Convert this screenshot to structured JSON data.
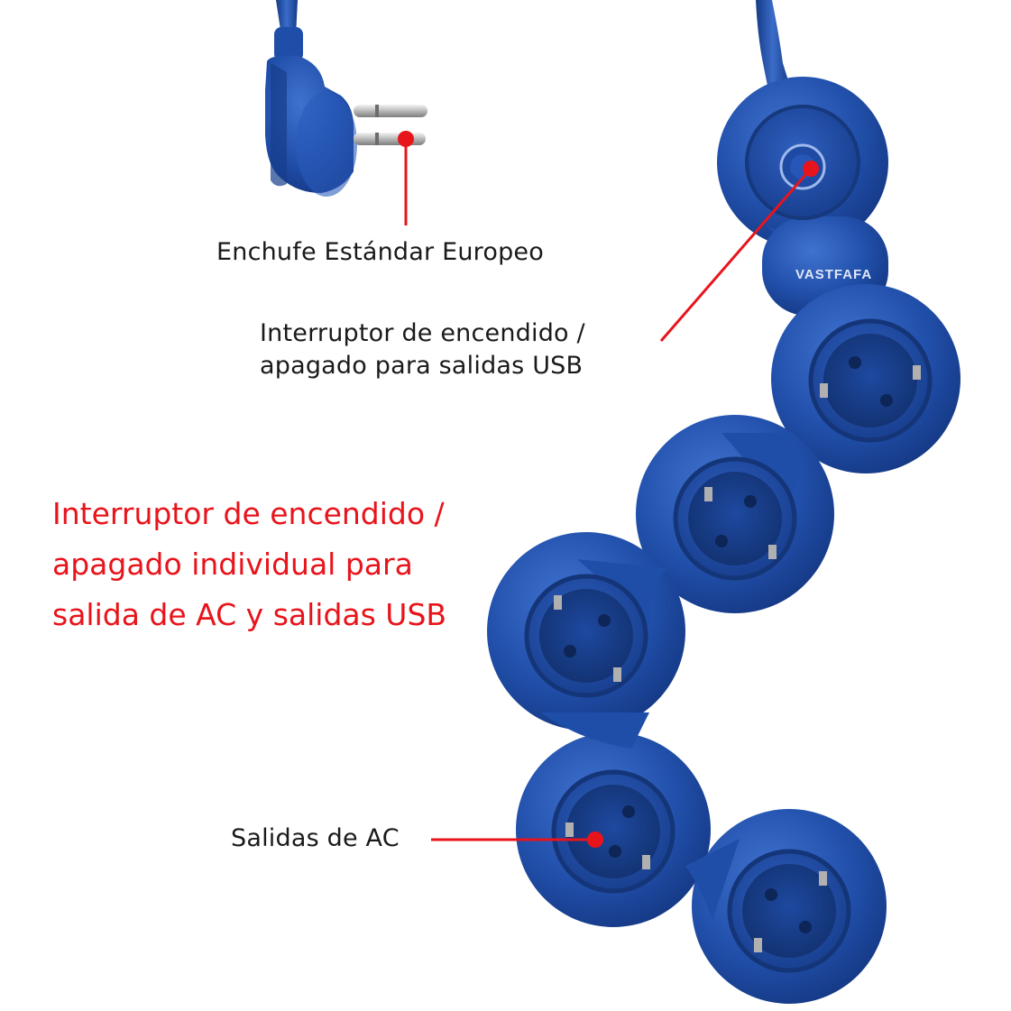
{
  "colors": {
    "device_blue": "#1f4ea8",
    "device_blue_dark": "#163b86",
    "device_blue_light": "#3a6cc9",
    "callout_red": "#e8141b",
    "label_text": "#1a1a1a",
    "background": "#ffffff"
  },
  "product": {
    "brand": "VASTFAFA",
    "outlet_count": 5
  },
  "labels": {
    "plug": "Enchufe Estándar Europeo",
    "usb_switch_line1": "Interruptor de encendido /",
    "usb_switch_line2": "apagado para salidas USB",
    "ac_outlets": "Salidas de AC"
  },
  "headline": {
    "line1": "Interruptor de encendido /",
    "line2": "apagado individual para",
    "line3": "salida de AC y salidas USB"
  },
  "icons": [
    "european-plug-icon",
    "power-switch-icon",
    "schuko-outlet-icon"
  ]
}
